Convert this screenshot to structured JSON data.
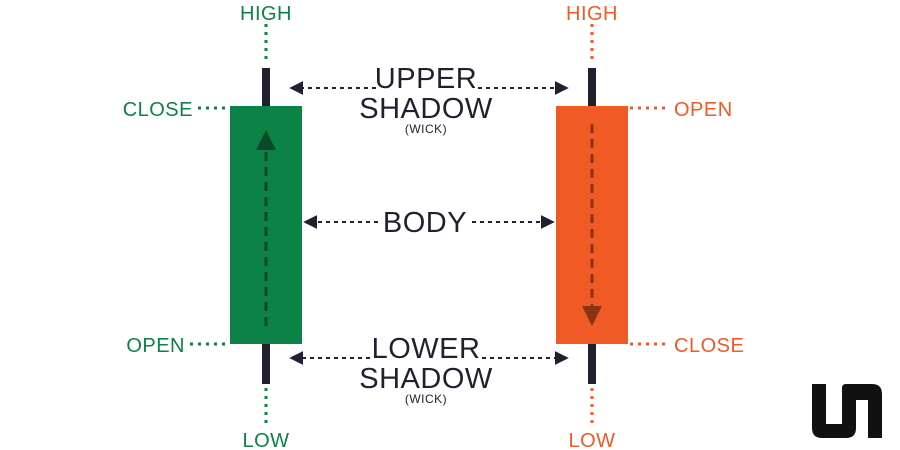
{
  "colors": {
    "bullish": "#0d8246",
    "bearish": "#f05a24",
    "ink": "#231f30",
    "dark_arrow": "#0a4a28",
    "dark_arrow_bear": "#8a3314"
  },
  "bullish": {
    "high_label": "HIGH",
    "close_label": "CLOSE",
    "open_label": "OPEN",
    "low_label": "LOW",
    "direction": "up"
  },
  "bearish": {
    "high_label": "HIGH",
    "open_label": "OPEN",
    "close_label": "CLOSE",
    "low_label": "LOW",
    "direction": "down"
  },
  "center": {
    "upper_shadow_line1": "UPPER",
    "upper_shadow_line2": "SHADOW",
    "upper_shadow_sub": "(WICK)",
    "body": "BODY",
    "lower_shadow_line1": "LOWER",
    "lower_shadow_line2": "SHADOW",
    "lower_shadow_sub": "(WICK)"
  },
  "logo": {
    "name": "brand-logo-icon"
  }
}
